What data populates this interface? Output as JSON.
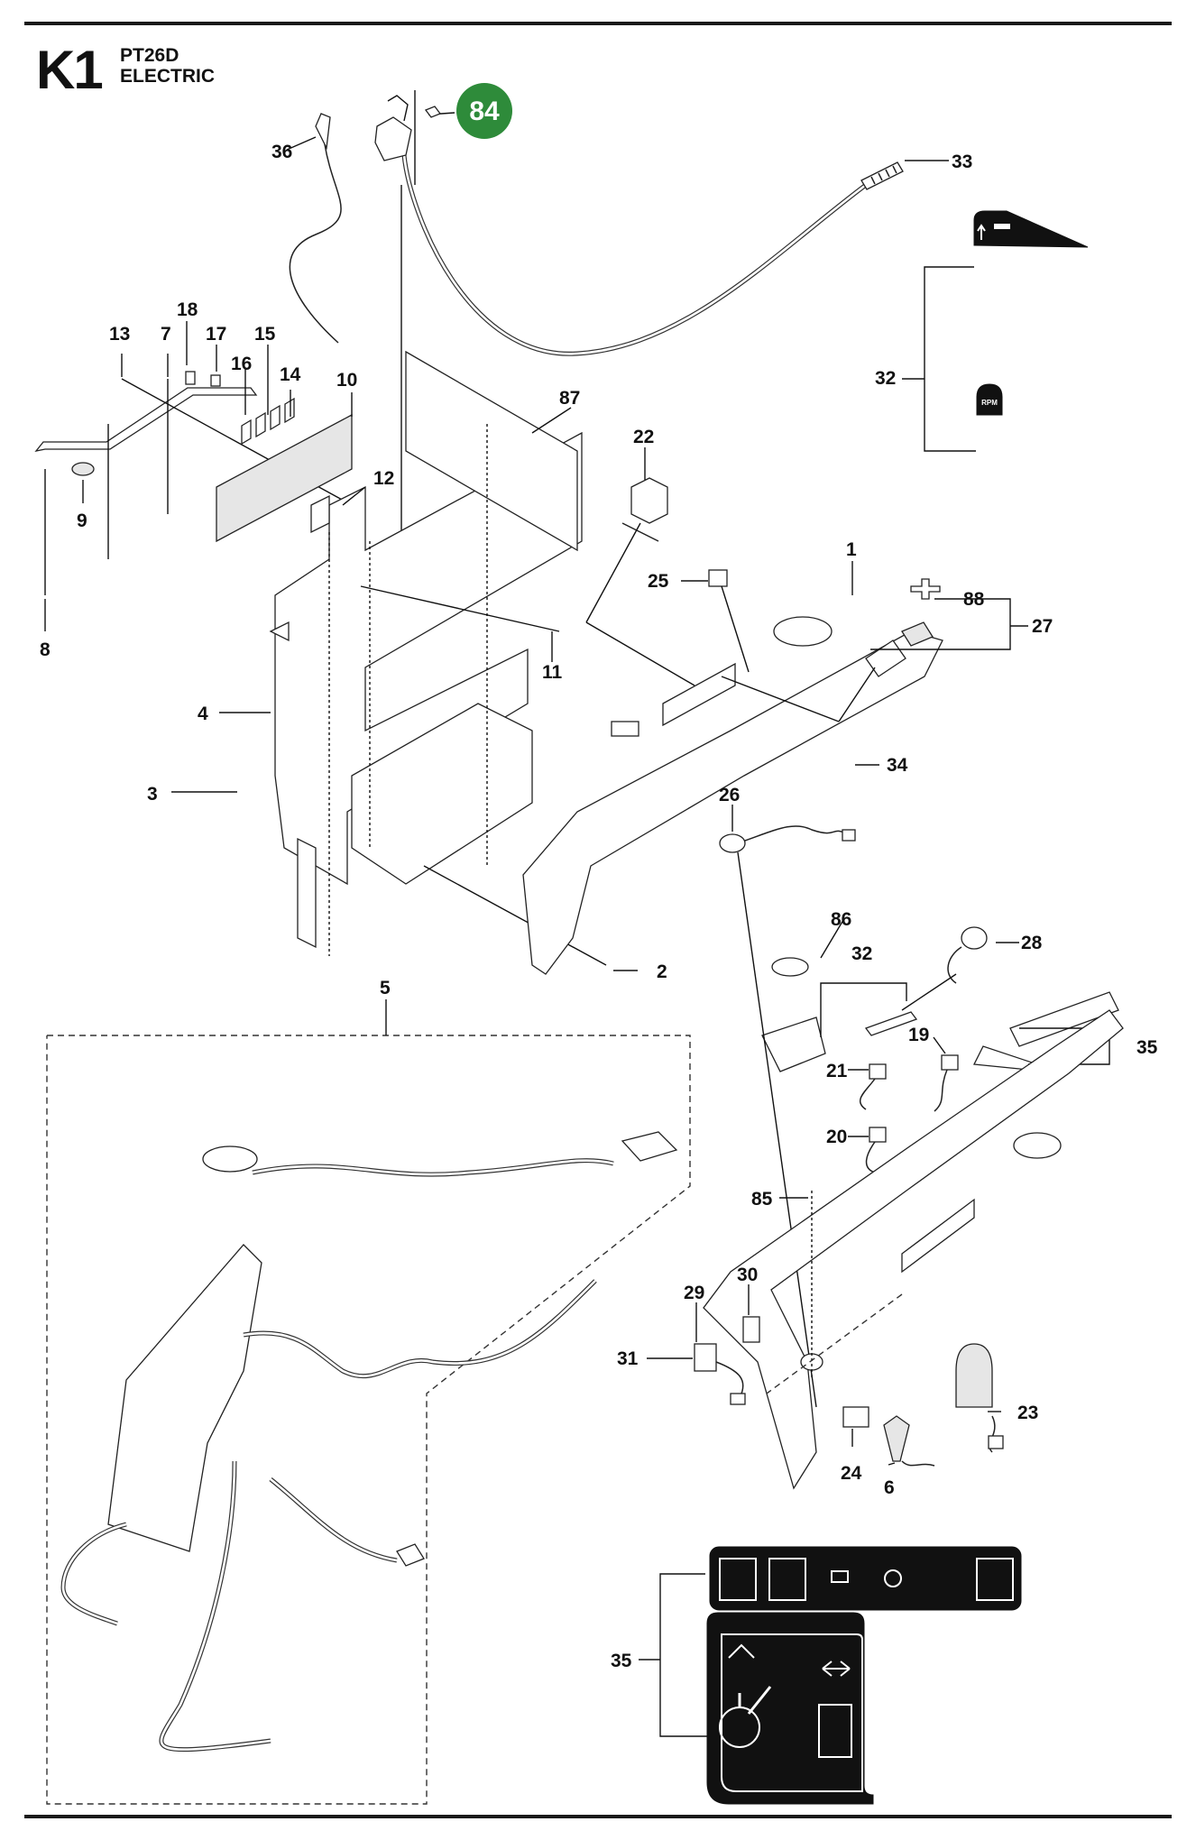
{
  "header": {
    "sheet_code": "K1",
    "model_line1": "PT26D",
    "model_line2": "ELECTRIC"
  },
  "badge": {
    "number": "84",
    "color": "#2e8b3a"
  },
  "callouts": {
    "c36": "36",
    "c33": "33",
    "c18": "18",
    "c13": "13",
    "c7": "7",
    "c17": "17",
    "c15": "15",
    "c16": "16",
    "c14": "14",
    "c10": "10",
    "c87": "87",
    "c22": "22",
    "c32a": "32",
    "c12": "12",
    "c9": "9",
    "c8": "8",
    "c1": "1",
    "c25": "25",
    "c88": "88",
    "c27": "27",
    "c11": "11",
    "c4": "4",
    "c3": "3",
    "c34": "34",
    "c26": "26",
    "c2": "2",
    "c5": "5",
    "c86": "86",
    "c32b": "32",
    "c28": "28",
    "c19": "19",
    "c35a": "35",
    "c21": "21",
    "c20": "20",
    "c85": "85",
    "c30": "30",
    "c29": "29",
    "c31": "31",
    "c23": "23",
    "c24": "24",
    "c6": "6",
    "c35b": "35"
  },
  "decal_text": {
    "rpm": "RPM"
  },
  "colors": {
    "ink": "#111111",
    "rule": "#1a1a1a",
    "decal": "#111111"
  }
}
